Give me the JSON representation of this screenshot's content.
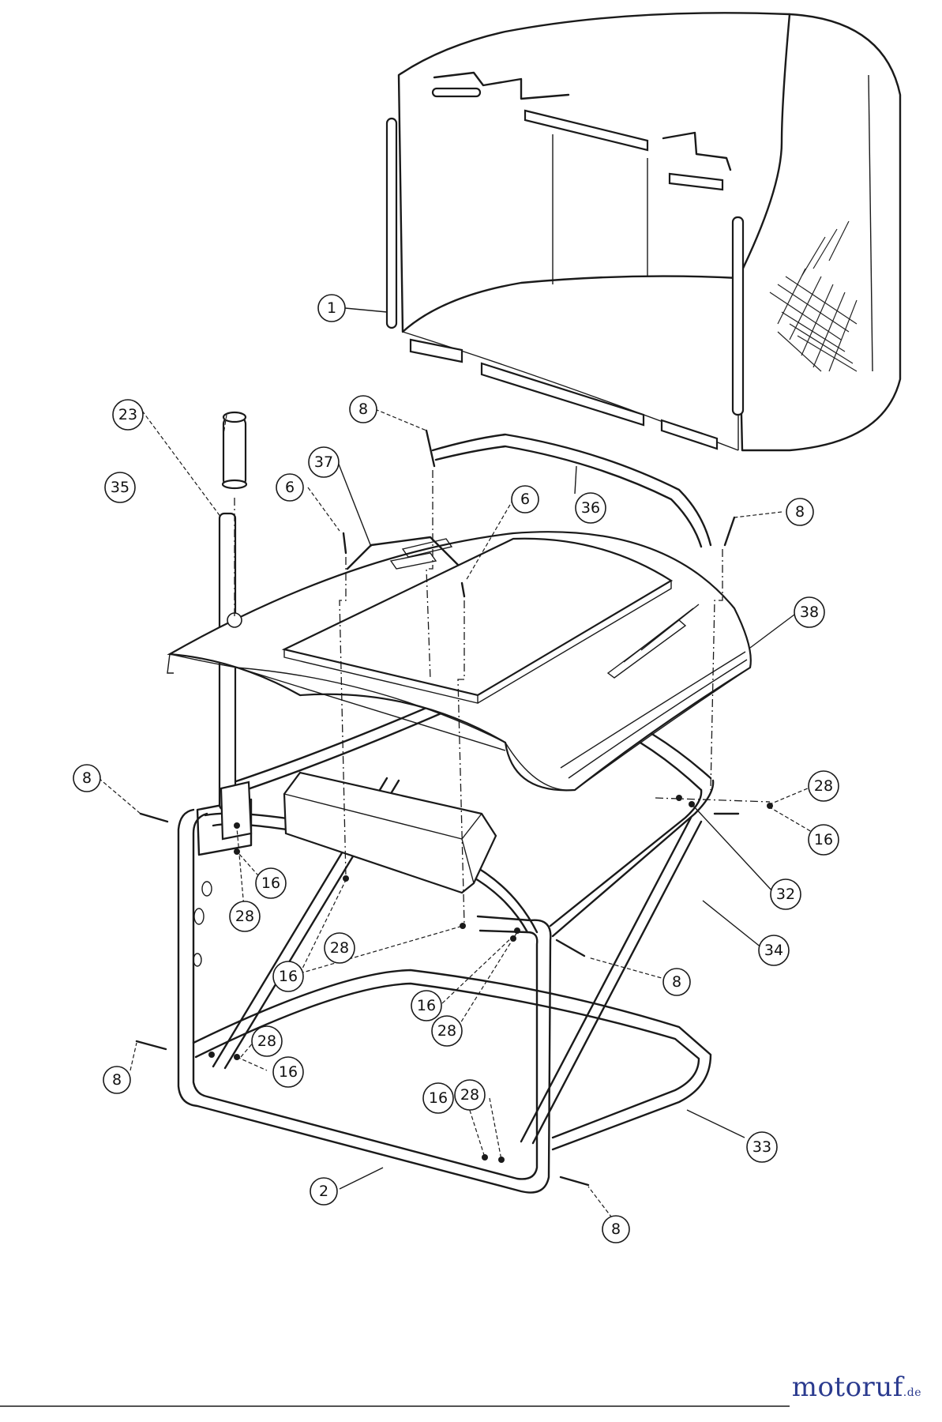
{
  "callouts": [
    {
      "id": "c1",
      "label": "1"
    },
    {
      "id": "c23",
      "label": "23"
    },
    {
      "id": "c35",
      "label": "35"
    },
    {
      "id": "c8a",
      "label": "8"
    },
    {
      "id": "c37",
      "label": "37"
    },
    {
      "id": "c6a",
      "label": "6"
    },
    {
      "id": "c6b",
      "label": "6"
    },
    {
      "id": "c36",
      "label": "36"
    },
    {
      "id": "c8b",
      "label": "8"
    },
    {
      "id": "c38",
      "label": "38"
    },
    {
      "id": "c8c",
      "label": "8"
    },
    {
      "id": "c28a",
      "label": "28"
    },
    {
      "id": "c16a",
      "label": "16"
    },
    {
      "id": "c16b",
      "label": "16"
    },
    {
      "id": "c28b",
      "label": "28"
    },
    {
      "id": "c32",
      "label": "32"
    },
    {
      "id": "c28c",
      "label": "28"
    },
    {
      "id": "c34",
      "label": "34"
    },
    {
      "id": "c16c",
      "label": "16"
    },
    {
      "id": "c8d",
      "label": "8"
    },
    {
      "id": "c16d",
      "label": "16"
    },
    {
      "id": "c28d",
      "label": "28"
    },
    {
      "id": "c28e",
      "label": "28"
    },
    {
      "id": "c8e",
      "label": "8"
    },
    {
      "id": "c16e",
      "label": "16"
    },
    {
      "id": "c16f",
      "label": "16"
    },
    {
      "id": "c28f",
      "label": "28"
    },
    {
      "id": "c33",
      "label": "33"
    },
    {
      "id": "c2",
      "label": "2"
    },
    {
      "id": "c8f",
      "label": "8"
    }
  ],
  "watermark": {
    "brand": "motoruf",
    "suffix": ".de",
    "brand_color": "#2b3b8f"
  }
}
